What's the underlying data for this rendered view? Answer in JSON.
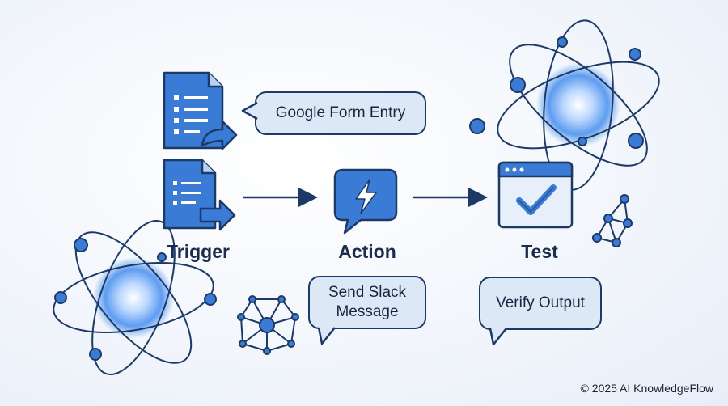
{
  "bubbles": {
    "trigger_event": "Google Form Entry",
    "action_line1": "Send Slack",
    "action_line2": "Message",
    "test_result": "Verify Output"
  },
  "stages": {
    "trigger": "Trigger",
    "action": "Action",
    "test": "Test"
  },
  "footer": "© 2025 AI KnowledgeFlow",
  "colors": {
    "primary_blue": "#3a7bd5",
    "navy_outline": "#1d3a66",
    "bubble_fill": "#dde8f7"
  }
}
